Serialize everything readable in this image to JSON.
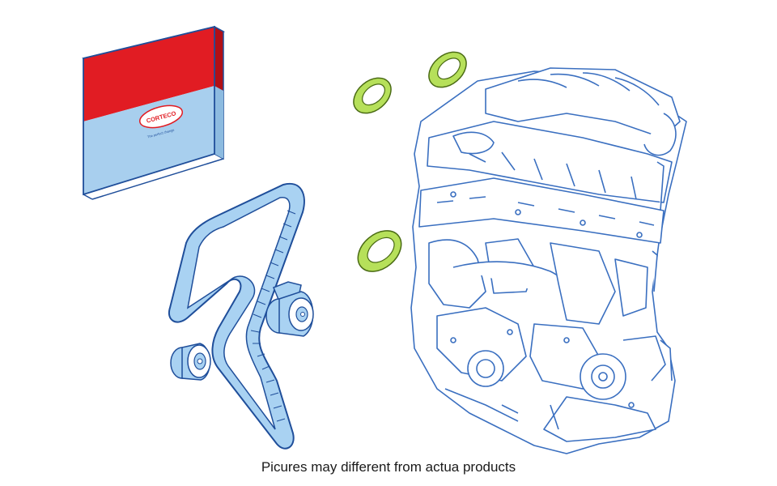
{
  "caption": "Picures may different from actua products",
  "box": {
    "brand": "CORTECO",
    "tagline": "The perfect change",
    "top_color": "#e11c23",
    "bottom_color": "#a8cfee"
  },
  "colors": {
    "outline": "#1f4e9a",
    "seal_fill": "#b6e05a",
    "seal_outline": "#4a6b14",
    "belt_fill": "#a9d2f2",
    "engine_fill": "#ffffff"
  },
  "parts": [
    "kit-box",
    "timing-belt",
    "tensioner-pulley",
    "idler-pulley",
    "shaft-seal",
    "shaft-seal",
    "shaft-seal",
    "engine-block"
  ]
}
